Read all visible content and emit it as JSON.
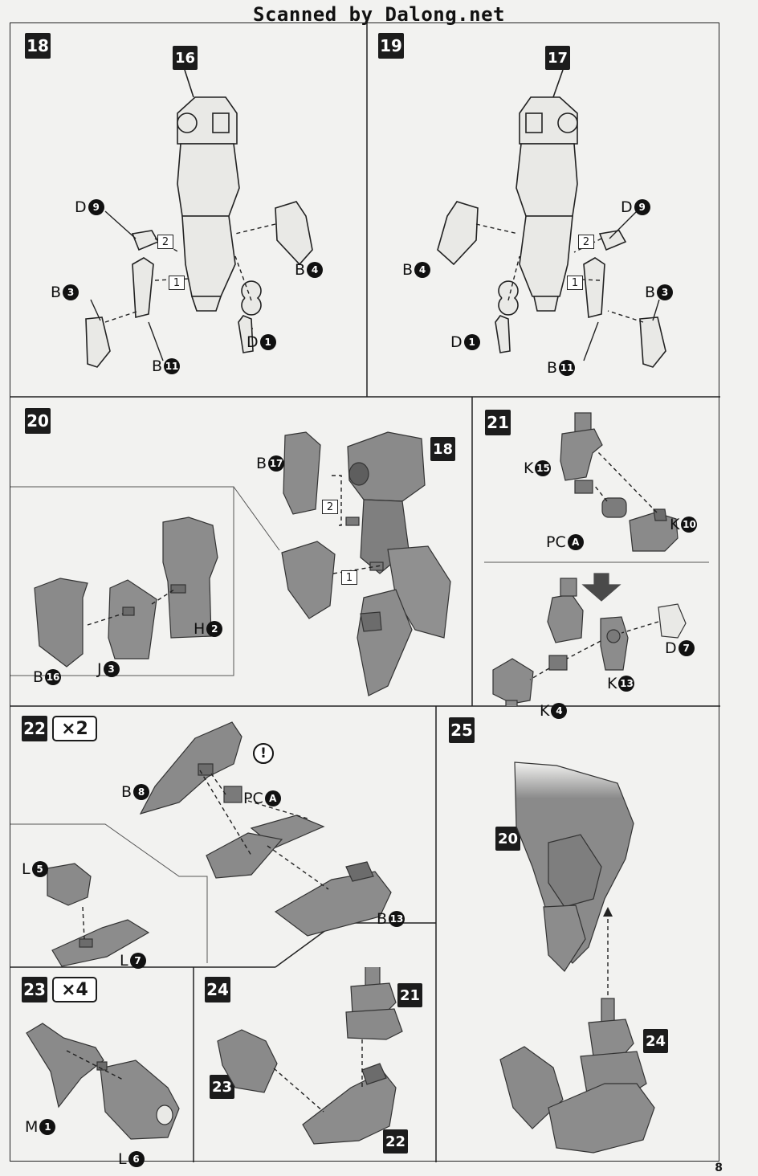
{
  "watermark": "Scanned by Dalong.net",
  "page_number": "8",
  "steps": {
    "s18": {
      "badge": "18",
      "ref": "16",
      "labels": {
        "d9": {
          "letter": "D",
          "num": "9"
        },
        "b4": {
          "letter": "B",
          "num": "4"
        },
        "b3": {
          "letter": "B",
          "num": "3"
        },
        "d1": {
          "letter": "D",
          "num": "1"
        },
        "b11": {
          "letter": "B",
          "num": "11"
        }
      },
      "order": [
        "2",
        "1"
      ]
    },
    "s19": {
      "badge": "19",
      "ref": "17",
      "labels": {
        "d9": {
          "letter": "D",
          "num": "9"
        },
        "b4": {
          "letter": "B",
          "num": "4"
        },
        "b3": {
          "letter": "B",
          "num": "3"
        },
        "d1": {
          "letter": "D",
          "num": "1"
        },
        "b11": {
          "letter": "B",
          "num": "11"
        }
      },
      "order": [
        "2",
        "1"
      ]
    },
    "s20": {
      "badge": "20",
      "ref": "18",
      "labels": {
        "b17": {
          "letter": "B",
          "num": "17"
        },
        "h2": {
          "letter": "H",
          "num": "2"
        },
        "j3": {
          "letter": "J",
          "num": "3"
        },
        "b16": {
          "letter": "B",
          "num": "16"
        }
      },
      "order": [
        "2",
        "1"
      ]
    },
    "s21": {
      "badge": "21",
      "labels": {
        "k15": {
          "letter": "K",
          "num": "15"
        },
        "k10": {
          "letter": "K",
          "num": "10"
        },
        "pca": {
          "letter": "PC",
          "num": "A"
        },
        "d7": {
          "letter": "D",
          "num": "7"
        },
        "k13": {
          "letter": "K",
          "num": "13"
        },
        "k4": {
          "letter": "K",
          "num": "4"
        }
      }
    },
    "s22": {
      "badge": "22",
      "multiplier": "×2",
      "caution": "!",
      "labels": {
        "b8": {
          "letter": "B",
          "num": "8"
        },
        "pca": {
          "letter": "PC",
          "num": "A"
        },
        "l5": {
          "letter": "L",
          "num": "5"
        },
        "l7": {
          "letter": "L",
          "num": "7"
        },
        "b13": {
          "letter": "B",
          "num": "13"
        }
      }
    },
    "s23": {
      "badge": "23",
      "multiplier": "×4",
      "labels": {
        "m1": {
          "letter": "M",
          "num": "1"
        },
        "l6": {
          "letter": "L",
          "num": "6"
        }
      }
    },
    "s24": {
      "badge": "24",
      "refs": {
        "r21": "21",
        "r23": "23",
        "r22": "22"
      }
    },
    "s25": {
      "badge": "25",
      "refs": {
        "r20": "20",
        "r24": "24"
      }
    }
  },
  "colors": {
    "part_fill": "#8a8a8a",
    "part_dark": "#5e5e5e",
    "part_light": "#b4b4b4",
    "line": "#222222"
  }
}
